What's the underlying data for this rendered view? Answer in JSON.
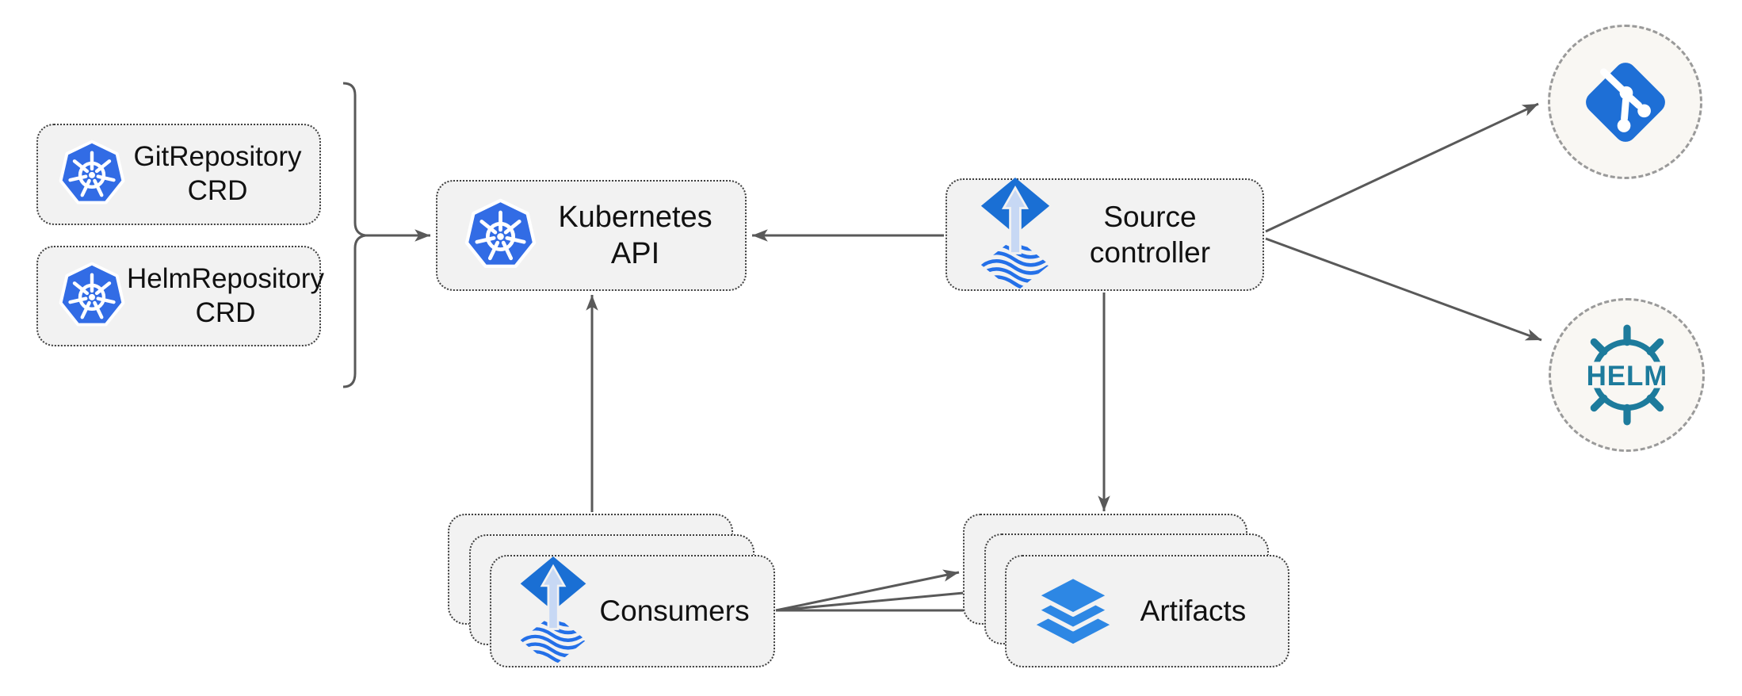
{
  "nodes": {
    "crd_git": {
      "line1": "GitRepository",
      "line2": "CRD"
    },
    "crd_helm": {
      "line1": "HelmRepository",
      "line2": "CRD"
    },
    "kubernetes_api": {
      "label": "Kubernetes API"
    },
    "source_controller": {
      "line1": "Source",
      "line2": "controller"
    },
    "consumers": {
      "label": "Consumers"
    },
    "artifacts": {
      "label": "Artifacts"
    },
    "helm_registry": {
      "label": "HELM"
    }
  },
  "icons": {
    "kubernetes": "kubernetes-logo",
    "flux_source": "flux-source-controller-logo",
    "layers": "layers-stack-icon",
    "git": "git-logo",
    "helm": "helm-logo"
  },
  "edges": [
    {
      "from": "crd-group",
      "to": "kubernetes-api"
    },
    {
      "from": "source-controller",
      "to": "kubernetes-api"
    },
    {
      "from": "consumers",
      "to": "kubernetes-api"
    },
    {
      "from": "source-controller",
      "to": "artifacts"
    },
    {
      "from": "source-controller",
      "to": "git-repository"
    },
    {
      "from": "source-controller",
      "to": "helm-repository"
    },
    {
      "from": "consumers",
      "to": "artifacts-back"
    },
    {
      "from": "consumers",
      "to": "artifacts-middle"
    },
    {
      "from": "consumers",
      "to": "artifacts-front"
    }
  ],
  "colors": {
    "kubernetes_blue": "#326ce5",
    "flux_blue": "#1a6fd4",
    "flux_arrow_light": "#c7d8f4",
    "flux_wave_blue": "#2470e8",
    "layers_blue": "#2d87e4",
    "git_blue": "#1e6fd6",
    "helm_teal": "#1d7b9c",
    "node_fill": "#f2f2f2",
    "node_border": "#3f3f3f",
    "endpoint_fill": "#f9f7f3",
    "endpoint_border": "#9a9a9a",
    "connector_gray": "#595959",
    "label_color": "#111111",
    "background": "#ffffff"
  }
}
